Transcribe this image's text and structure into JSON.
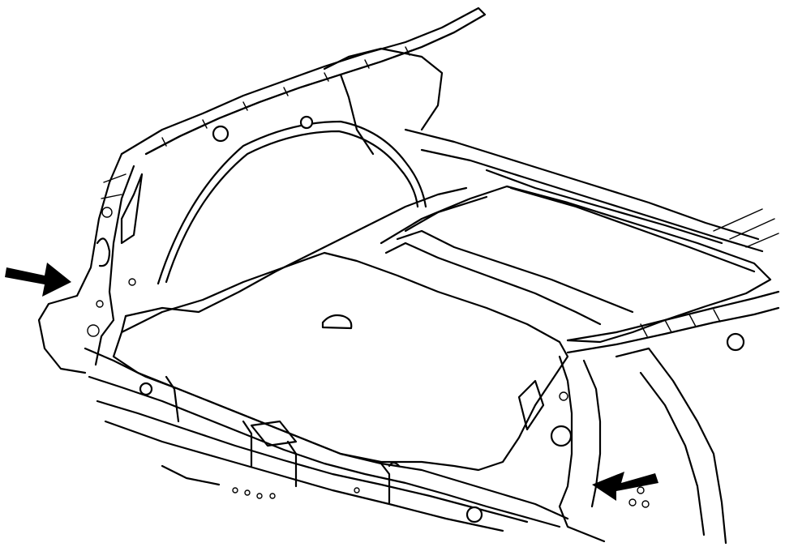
{
  "diagram": {
    "subject": "trunk-compartment-rear-body-structure",
    "style": "black-line-art-on-white",
    "background_color": "#ffffff",
    "line_color": "#000000",
    "callouts": [
      {
        "id": "left-arrow",
        "points": "right"
      },
      {
        "id": "right-arrow",
        "points": "left"
      }
    ]
  }
}
